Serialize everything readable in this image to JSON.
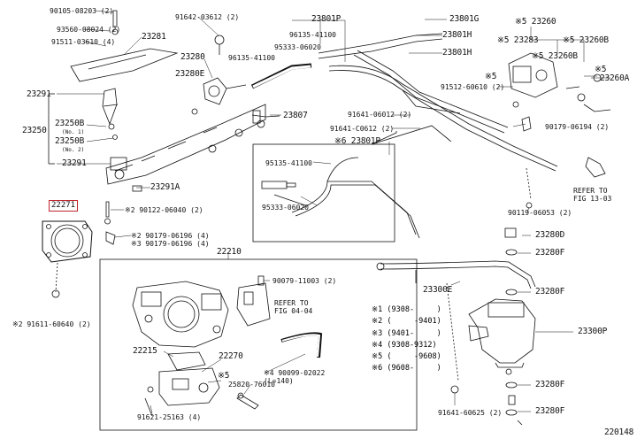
{
  "diagram": {
    "highlight_part": "22271",
    "catalog_code": "220148",
    "labels": {
      "p90105": "90105-08203 (2)",
      "p93560": "93560-08024 (2)",
      "p91511": "91511-03610 (4)",
      "p23281": "23281",
      "p23291": "23291",
      "p23250": "23250",
      "p23250b": "23250B",
      "no1": "(No. 1)",
      "p23250b2": "23250B",
      "no2": "(No. 2)",
      "p23291b": "23291",
      "p91642": "91642-03612 (2)",
      "p23280": "23280",
      "p23280e": "23280E",
      "p96135a": "96135-41100",
      "p95333": "95333-06020",
      "p96135b": "96135-41100",
      "p23801p": "23801P",
      "p23801g": "23801G",
      "p23801h": "23801H",
      "p23801h2": "23801H",
      "p23807": "23807",
      "p23260": "※5 23260",
      "p23283": "※5 23283",
      "p23260b": "※5 23260B",
      "p23260b2": "※5 23260B",
      "p_s5a": "※5",
      "p23260a": "23260A",
      "p_s5b": "※5",
      "p91512": "91512-60610 (2)",
      "p90179": "90179-06194 (2)",
      "p91641a": "91641-06012 (2)",
      "p91641b": "91641-C0612 (2)",
      "p23801p6": "※6 23801P",
      "p95135": "95135-41100",
      "p95333b": "95333-06020",
      "refer13": "REFER TO\nFIG 13-03",
      "p90119": "90119-06053 (2)",
      "p23291a": "23291A",
      "p22271": "22271",
      "p90122": "※2 90122-06040 (2)",
      "p90179b": "※2 90179-06196 (4)",
      "p90179c": "※3 90179-06196 (4)",
      "p91611": "※2 91611-60640 (2)",
      "p22210": "22210",
      "p90079": "90079-11003 (2)",
      "refer04": "REFER TO\nFIG 04-04",
      "p22215": "22215",
      "p22270": "22270",
      "p25820": "25820-76010",
      "p_s5c": "※5",
      "p90099": "※4 90099-02022\n(L=140)",
      "p91621": "91621-25163 (4)",
      "p23280d": "23280D",
      "p23280f1": "23280F",
      "p23300e": "23300E",
      "p23280f2": "23280F",
      "p23300p": "23300P",
      "p23280f3": "23280F",
      "p23280f4": "23280F",
      "p91641c": "91641-60625 (2)"
    },
    "legend": [
      "※1 (9308-     )",
      "※2 (     -9401)",
      "※3 (9401-     )",
      "※4 (9308-9312)",
      "※5 (     -9608)",
      "※6 (9608-     )"
    ]
  }
}
